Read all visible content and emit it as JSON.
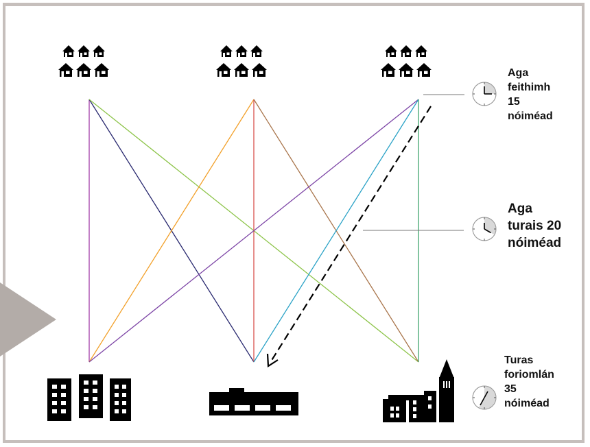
{
  "colors": {
    "frame": "#c6bfbc",
    "arrow": "#b3aca8",
    "icon": "#000000",
    "clock_face": "#ffffff",
    "clock_fill": "#d9d9d9"
  },
  "routes": [
    {
      "from": "houses-1",
      "to": "apartments",
      "color": "#a23ca8"
    },
    {
      "from": "houses-1",
      "to": "factory",
      "color": "#28286f"
    },
    {
      "from": "houses-1",
      "to": "town",
      "color": "#8dc44a"
    },
    {
      "from": "houses-2",
      "to": "apartments",
      "color": "#f2a029"
    },
    {
      "from": "houses-2",
      "to": "factory",
      "color": "#d9534f"
    },
    {
      "from": "houses-2",
      "to": "town",
      "color": "#a8744a"
    },
    {
      "from": "houses-3",
      "to": "apartments",
      "color": "#7d45a6"
    },
    {
      "from": "houses-3",
      "to": "factory",
      "color": "#29a2c6"
    },
    {
      "from": "houses-3",
      "to": "town",
      "color": "#3ea36c"
    }
  ],
  "legend": {
    "wait": {
      "lines": [
        "Aga",
        "feithimh",
        "15",
        "nóiméad"
      ],
      "minutes": 15,
      "icon": "clock-icon"
    },
    "travel": {
      "lines": [
        "Aga",
        "turais 20",
        "nóiméad"
      ],
      "minutes": 20,
      "icon": "clock-icon"
    },
    "total": {
      "lines": [
        "Turas",
        "foriomlán",
        "35",
        "nóiméad"
      ],
      "minutes": 35,
      "icon": "clock-icon"
    }
  }
}
